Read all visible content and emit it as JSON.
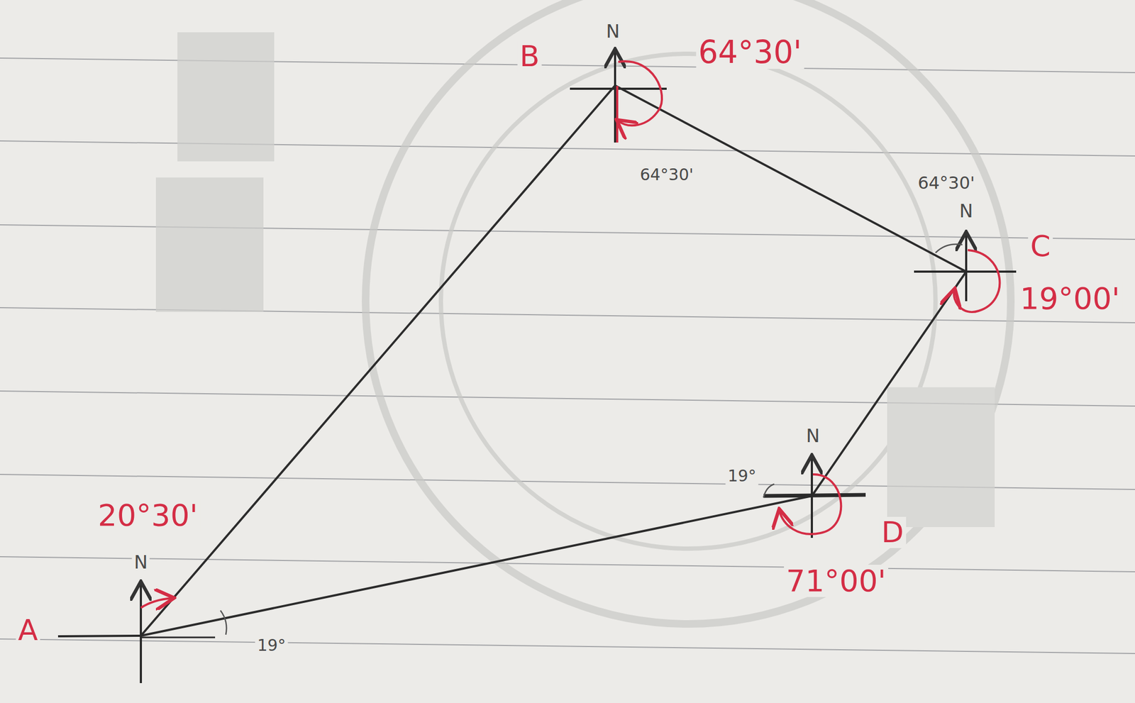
{
  "diagram": {
    "labels": [
      "B",
      "N",
      "64°30'",
      "64°30'",
      "64°30'",
      "N",
      "C",
      "19°00'",
      "N",
      "19°",
      "D",
      "71°00'",
      "20°30'",
      "N",
      "A",
      "19°"
    ]
  }
}
